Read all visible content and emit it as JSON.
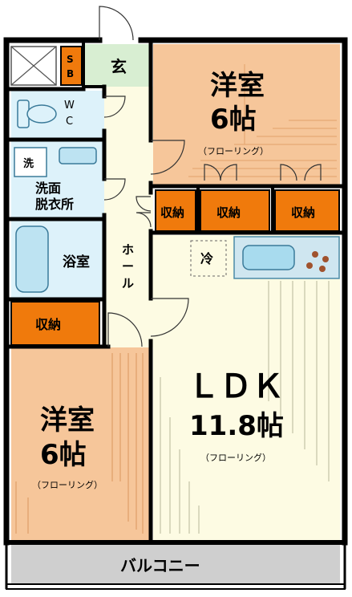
{
  "rooms": {
    "bedroom_north": {
      "name": "洋室",
      "size": "6帖",
      "floor": "（フローリング）"
    },
    "bedroom_south": {
      "name": "洋室",
      "size": "6帖",
      "floor": "（フローリング）"
    },
    "ldk": {
      "name": "ＬＤＫ",
      "size": "11.8帖",
      "floor": "（フローリング）"
    },
    "entrance": "玄",
    "shoebox": "S\nB",
    "wc": "W\nC",
    "washer": "洗",
    "washroom": [
      "洗面",
      "脱衣所"
    ],
    "bathroom": "浴室",
    "hall": "ホ\nー\nル",
    "fridge": "冷",
    "balcony": "バルコニー"
  },
  "storage": {
    "label": "収納"
  },
  "colors": {
    "bedroom": "#F6C69A",
    "ldk": "#FDFBE3",
    "hall": "#FDFBE3",
    "storage": "#F07A0C",
    "bath": "#DDF2FA",
    "entrance": "#D8EED2",
    "balcony": "#CFCFCF",
    "wall": "#000000"
  }
}
